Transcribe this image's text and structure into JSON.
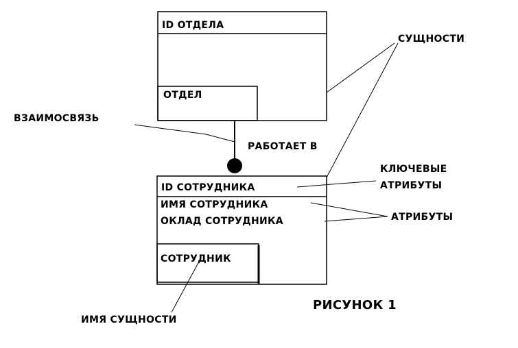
{
  "diagram": {
    "department_entity": {
      "key_attribute": "ID ОТДЕЛА",
      "name": "ОТДЕЛ"
    },
    "employee_entity": {
      "key_attribute": "ID СОТРУДНИКА",
      "attributes": [
        "ИМЯ СОТРУДНИКА",
        "ОКЛАД СОТРУДНИКА"
      ],
      "name": "СОТРУДНИК"
    },
    "relationship_name": "РАБОТАЕТ В",
    "callouts": {
      "entities": "СУЩНОСТИ",
      "relationship": "ВЗАИМОСВЯЗЬ",
      "key_attributes": [
        "КЛЮЧЕВЫЕ",
        "АТРИБУТЫ"
      ],
      "attributes": "АТРИБУТЫ",
      "entity_name": "ИМЯ СУЩНОСТИ"
    },
    "figure_caption": "РИСУНОК 1",
    "colors": {
      "ink": "#000000",
      "background": "#ffffff"
    }
  }
}
